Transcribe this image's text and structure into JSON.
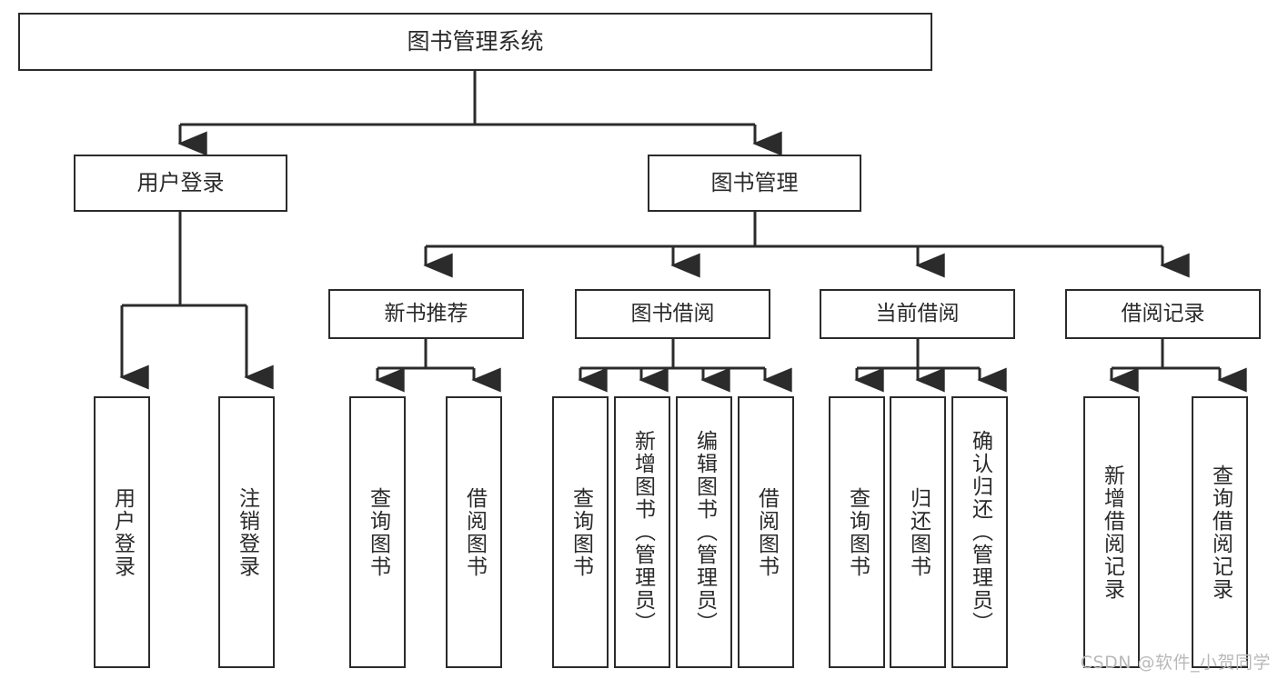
{
  "diagram": {
    "type": "hierarchy-tree",
    "title": "图书管理系统",
    "root": {
      "id": "root",
      "label": "图书管理系统"
    },
    "level2": [
      {
        "id": "user-login",
        "label": "用户登录"
      },
      {
        "id": "book-management",
        "label": "图书管理"
      }
    ],
    "level3": [
      {
        "id": "new-book-recommend",
        "label": "新书推荐",
        "parent": "book-management"
      },
      {
        "id": "book-borrow",
        "label": "图书借阅",
        "parent": "book-management"
      },
      {
        "id": "current-borrow",
        "label": "当前借阅",
        "parent": "book-management"
      },
      {
        "id": "borrow-record",
        "label": "借阅记录",
        "parent": "book-management"
      }
    ],
    "leaves": [
      {
        "id": "leaf-user-login",
        "label": "用户登录",
        "parent": "user-login"
      },
      {
        "id": "leaf-logout",
        "label": "注销登录",
        "parent": "user-login"
      },
      {
        "id": "leaf-query-book-1",
        "label": "查询图书",
        "parent": "new-book-recommend"
      },
      {
        "id": "leaf-borrow-book-1",
        "label": "借阅图书",
        "parent": "new-book-recommend"
      },
      {
        "id": "leaf-query-book-2",
        "label": "查询图书",
        "parent": "book-borrow"
      },
      {
        "id": "leaf-add-book",
        "label": "新增图书（管理员）",
        "parent": "book-borrow"
      },
      {
        "id": "leaf-edit-book",
        "label": "编辑图书（管理员）",
        "parent": "book-borrow"
      },
      {
        "id": "leaf-borrow-book-2",
        "label": "借阅图书",
        "parent": "book-borrow"
      },
      {
        "id": "leaf-query-book-3",
        "label": "查询图书",
        "parent": "current-borrow"
      },
      {
        "id": "leaf-return-book",
        "label": "归还图书",
        "parent": "current-borrow"
      },
      {
        "id": "leaf-confirm-return",
        "label": "确认归还（管理员）",
        "parent": "current-borrow"
      },
      {
        "id": "leaf-add-record",
        "label": "新增借阅记录",
        "parent": "borrow-record"
      },
      {
        "id": "leaf-query-record",
        "label": "查询借阅记录",
        "parent": "borrow-record"
      }
    ]
  },
  "watermark": {
    "text": "CSDN @软件_小贺同学"
  },
  "colors": {
    "border": "#2b2b2b",
    "text": "#2a2a2a",
    "background": "#ffffff",
    "watermark": "#b9b9b9"
  }
}
